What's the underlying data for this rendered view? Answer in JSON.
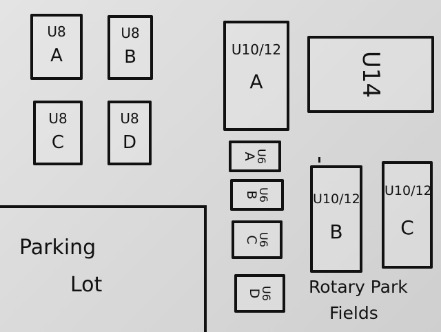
{
  "map": {
    "fields": [
      {
        "id": "u8-a",
        "age": "U8",
        "letter": "A"
      },
      {
        "id": "u8-b",
        "age": "U8",
        "letter": "B"
      },
      {
        "id": "u8-c",
        "age": "U8",
        "letter": "C"
      },
      {
        "id": "u8-d",
        "age": "U8",
        "letter": "D"
      },
      {
        "id": "u10-12-a",
        "age": "U10/12",
        "letter": "A"
      },
      {
        "id": "u14",
        "age": "U14",
        "letter": ""
      },
      {
        "id": "u6-a",
        "age": "U6",
        "letter": "A"
      },
      {
        "id": "u6-b",
        "age": "U6",
        "letter": "B"
      },
      {
        "id": "u6-c",
        "age": "U6",
        "letter": "C"
      },
      {
        "id": "u6-d",
        "age": "U6",
        "letter": "D"
      },
      {
        "id": "u10-12-b",
        "age": "U10/12",
        "letter": "B"
      },
      {
        "id": "u10-12-c",
        "age": "U10/12",
        "letter": "C"
      }
    ],
    "parking_lot": {
      "line1": "Parking",
      "line2": "Lot"
    },
    "caption": {
      "line1": "Rotary Park",
      "line2": "Fields"
    }
  }
}
